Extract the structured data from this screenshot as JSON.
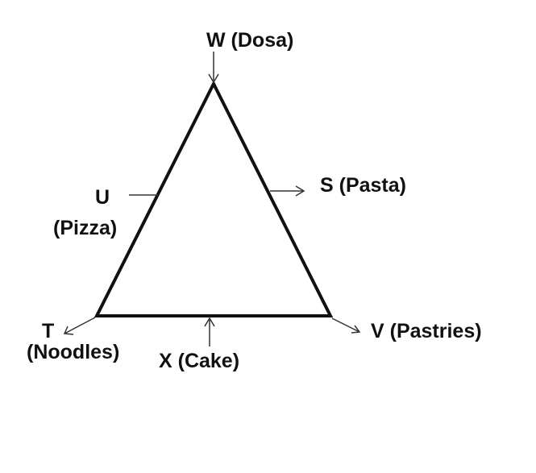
{
  "labels": {
    "w": "W (Dosa)",
    "s": "S (Pasta)",
    "u_letter": "U",
    "u_food": "(Pizza)",
    "t_letter": "T",
    "t_food": "(Noodles)",
    "x": "X (Cake)",
    "v": "V (Pastries)"
  },
  "colors": {
    "ink": "#111111",
    "arrow": "#333333",
    "background": "#ffffff"
  }
}
